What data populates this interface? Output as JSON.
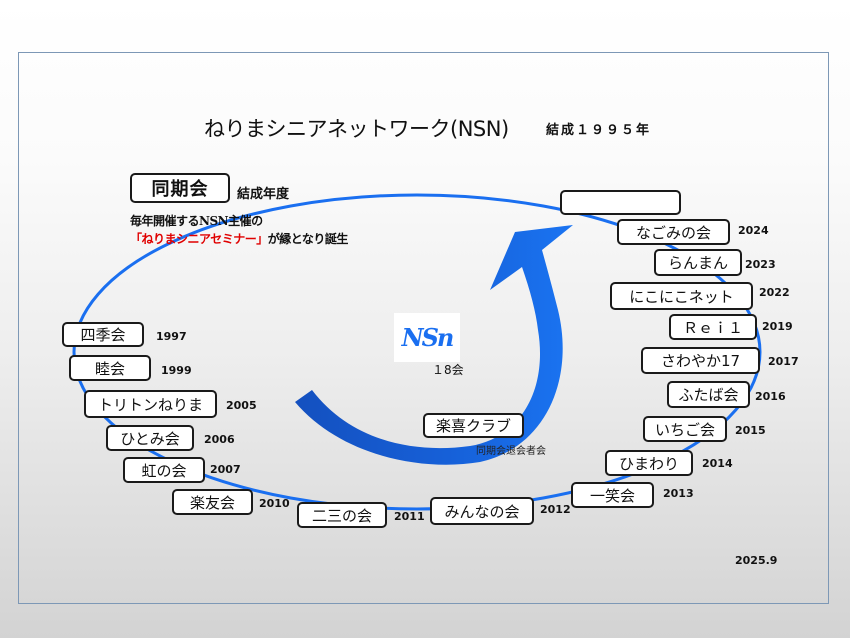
{
  "header": {
    "title": "ねりまシニアネットワーク(NSN)",
    "founded": "結成１９９５年"
  },
  "legend": {
    "box_label": "同期会",
    "box_note": "結成年度",
    "description_line1": "毎年開催するNSN主催の",
    "description_line2_red": "「ねりまシニアセミナー」",
    "description_line2_rest": "が縁となり誕生"
  },
  "center": {
    "logo_text": "NSn",
    "count_label": "１8会",
    "alumni_group": "楽喜クラブ",
    "alumni_note": "同期会退会者会"
  },
  "groups": [
    {
      "name": "四季会",
      "year": "1997"
    },
    {
      "name": "睦会",
      "year": "1999"
    },
    {
      "name": "トリトンねりま",
      "year": "2005"
    },
    {
      "name": "ひとみ会",
      "year": "2006"
    },
    {
      "name": "虹の会",
      "year": "2007"
    },
    {
      "name": "楽友会",
      "year": "2010"
    },
    {
      "name": "二三の会",
      "year": "2011"
    },
    {
      "name": "みんなの会",
      "year": "2012"
    },
    {
      "name": "一笑会",
      "year": "2013"
    },
    {
      "name": "ひまわり",
      "year": "2014"
    },
    {
      "name": "いちご会",
      "year": "2015"
    },
    {
      "name": "ふたば会",
      "year": "2016"
    },
    {
      "name": "さわやか17",
      "year": "2017"
    },
    {
      "name": "Ｒｅｉ１",
      "year": "2019"
    },
    {
      "name": "にこにこネット",
      "year": "2022"
    },
    {
      "name": "らんまん",
      "year": "2023"
    },
    {
      "name": "なごみの会",
      "year": "2024"
    },
    {
      "name": "",
      "year": ""
    }
  ],
  "footer": {
    "date": "2025.9"
  },
  "colors": {
    "ellipse": "#1a6ff0",
    "arrow_dark": "#1552c4",
    "arrow_light": "#1a74f2",
    "red_text": "#e00000",
    "frame": "#7d98b6"
  }
}
